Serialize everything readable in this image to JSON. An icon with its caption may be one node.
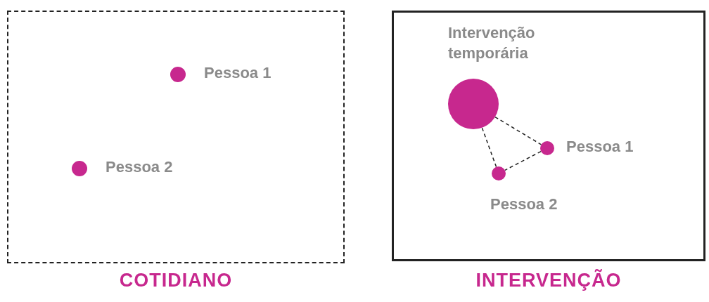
{
  "diagram": {
    "nodes": [
      {
        "text": [
          "COTIDIANO"
        ]
      },
      {
        "text": [],
        "shape": "circle",
        "beside": [
          "Pessoa 1"
        ],
        "in": 0
      },
      {
        "text": [],
        "shape": "circle",
        "beside": [
          "Pessoa 2"
        ],
        "in": 0
      },
      {
        "text": [
          "INTERVENÇÃO"
        ]
      },
      {
        "text": [],
        "shape": "circle",
        "beside": [
          "Intervenção temporária"
        ],
        "in": 3
      },
      {
        "text": [],
        "shape": "circle",
        "beside": [
          "Pessoa 1"
        ],
        "in": 3
      },
      {
        "text": [],
        "shape": "circle",
        "beside": [
          "Pessoa 2"
        ],
        "in": 3
      }
    ],
    "edges": [
      {
        "from": 4,
        "to": 5,
        "arrow": "none",
        "style": "dashed"
      },
      {
        "from": 5,
        "to": 6,
        "arrow": "none",
        "style": "dashed"
      },
      {
        "from": 6,
        "to": 4,
        "arrow": "none",
        "style": "dashed"
      }
    ]
  }
}
